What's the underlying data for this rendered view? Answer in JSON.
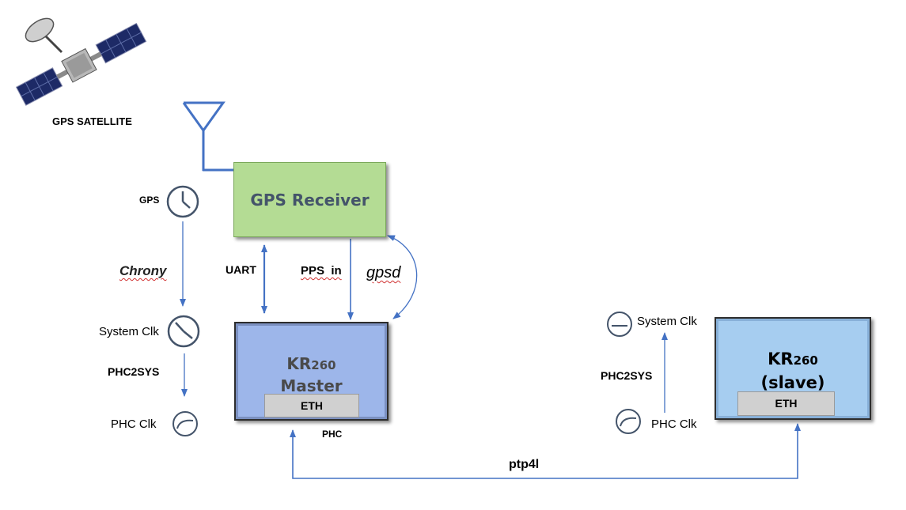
{
  "satellite": {
    "label": "GPS SATELLITE"
  },
  "gps_receiver": {
    "title": "GPS Receiver"
  },
  "master": {
    "line1": "KR",
    "line1_sub": "260",
    "line2": "Master",
    "eth": "ETH",
    "phc": "PHC"
  },
  "slave": {
    "line1": "KR",
    "line1_sub": "260",
    "line2": "(slave)",
    "eth": "ETH"
  },
  "links": {
    "uart": "UART",
    "pps_in": "PPS  in",
    "gpsd": "gpsd",
    "ptp4l": "ptp4l"
  },
  "left_clocks": {
    "gps": "GPS",
    "chrony": "Chrony",
    "system_clk": "System Clk",
    "phc2sys": "PHC2SYS",
    "phc_clk": "PHC Clk"
  },
  "right_clocks": {
    "system_clk": "System Clk",
    "phc2sys": "PHC2SYS",
    "phc_clk": "PHC Clk"
  },
  "colors": {
    "arrow": "#4472c4",
    "receiver_fill": "#b4dc94",
    "master_fill": "#9db6ea",
    "slave_fill": "#a6cdf0",
    "clock_stroke": "#44546a"
  },
  "icons": {
    "satellite": "satellite-icon",
    "antenna": "antenna-icon",
    "clock": "clock-icon",
    "phc_clock": "phc-clock-icon"
  }
}
